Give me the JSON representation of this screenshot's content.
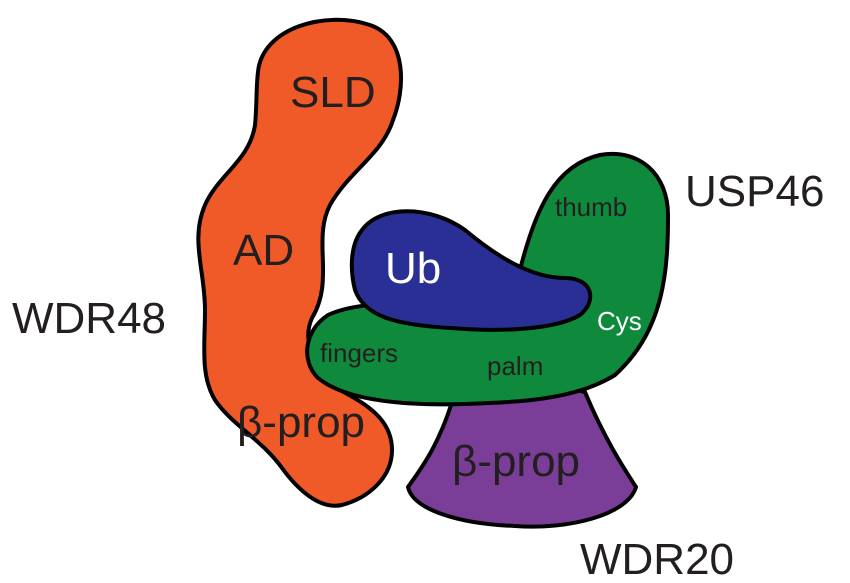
{
  "proteins": {
    "wdr48": {
      "name": "WDR48",
      "domains": {
        "sld": "SLD",
        "ad": "AD",
        "bprop": "β-prop"
      },
      "color": "#f05a28"
    },
    "usp46": {
      "name": "USP46",
      "subdomains": {
        "thumb": "thumb",
        "fingers": "fingers",
        "palm": "palm",
        "cys": "Cys"
      },
      "color": "#0f8a3c"
    },
    "ub": {
      "name": "Ub",
      "color": "#2a2f95"
    },
    "wdr20": {
      "name": "WDR20",
      "domains": {
        "bprop": "β-prop"
      },
      "color": "#7a3d98"
    }
  },
  "outline_color": "#000000"
}
